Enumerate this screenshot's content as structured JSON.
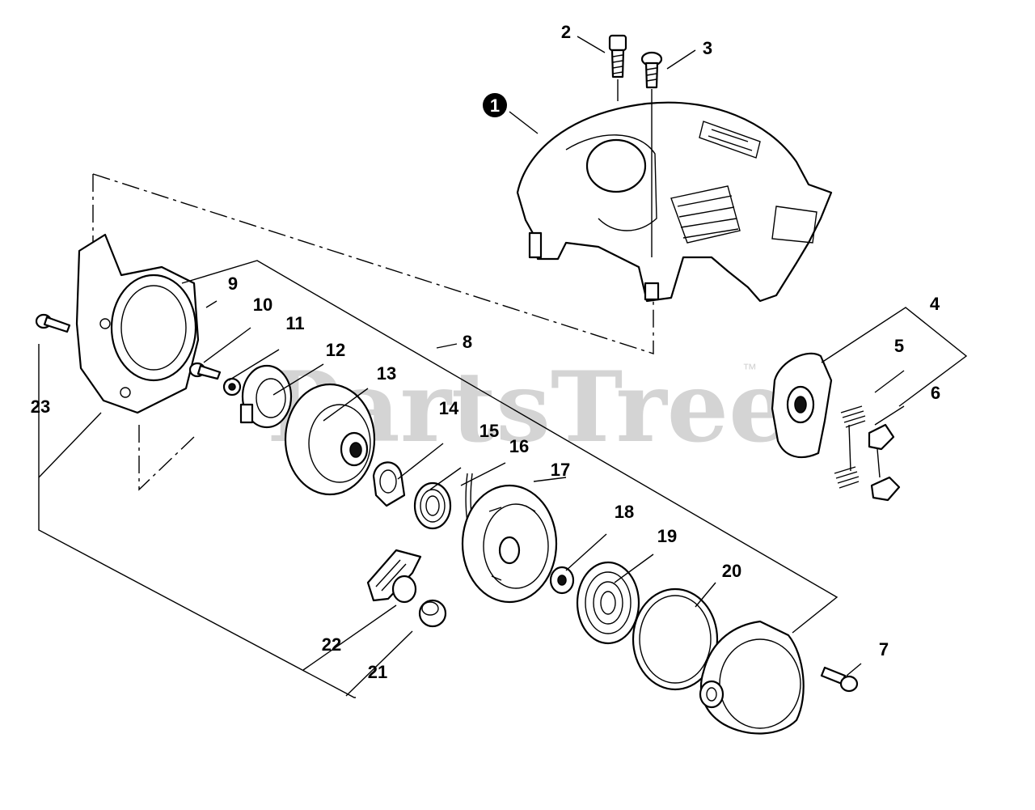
{
  "watermark": {
    "text": "PartsTree",
    "trademark": "™"
  },
  "callouts": {
    "c1": "1",
    "c2": "2",
    "c3": "3",
    "c4": "4",
    "c5": "5",
    "c6": "6",
    "c7": "7",
    "c8": "8",
    "c9": "9",
    "c10": "10",
    "c11": "11",
    "c12": "12",
    "c13": "13",
    "c14": "14",
    "c15": "15",
    "c16": "16",
    "c17": "17",
    "c18": "18",
    "c19": "19",
    "c20": "20",
    "c21": "21",
    "c22": "22",
    "c23": "23"
  }
}
